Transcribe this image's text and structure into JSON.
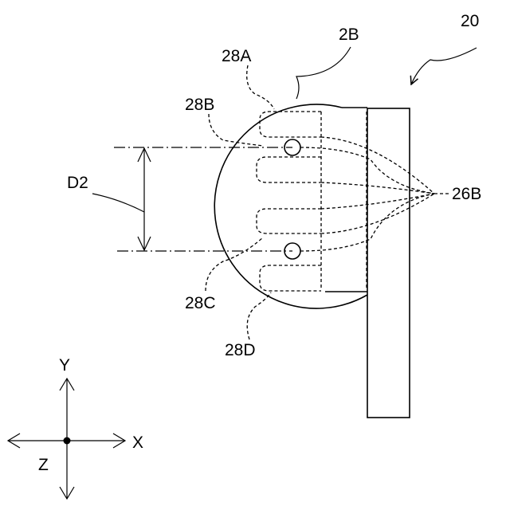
{
  "labels": {
    "assembly": "20",
    "part_2b": "2B",
    "part_28a": "28A",
    "part_28b": "28B",
    "part_28c": "28C",
    "part_28d": "28D",
    "part_26b": "26B",
    "dim_d2": "D2"
  },
  "axes": {
    "x": "X",
    "y": "Y",
    "z": "Z"
  }
}
